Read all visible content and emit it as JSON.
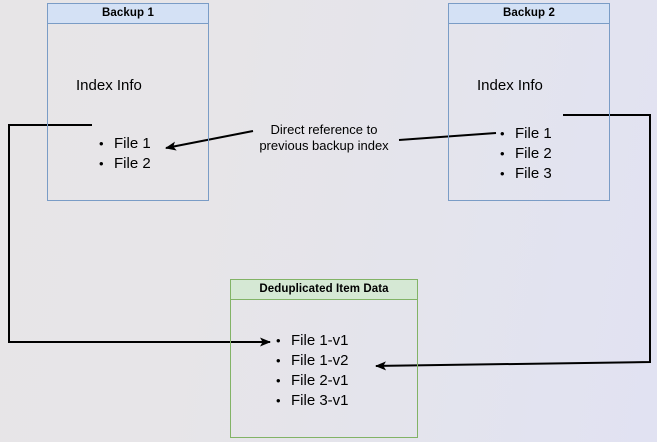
{
  "diagram": {
    "title_hidden": "",
    "colors": {
      "blue_border": "#7a9cc6",
      "blue_header_fill": "#d4e1f5",
      "green_border": "#82b366",
      "green_header_fill": "#d5e8d4",
      "arrow_stroke": "#000000",
      "background_left": "#e7e5e7",
      "background_right": "#e1e2f2"
    },
    "boxes": [
      {
        "id": "backup1",
        "header": "Backup 1",
        "subtitle": "Index Info",
        "items": [
          "File 1",
          "File 2"
        ]
      },
      {
        "id": "backup2",
        "header": "Backup 2",
        "subtitle": "Index Info",
        "items": [
          "File 1",
          "File 2",
          "File 3"
        ]
      },
      {
        "id": "dedup",
        "header": "Deduplicated Item Data",
        "subtitle": "",
        "items": [
          "File 1-v1",
          "File 1-v2",
          "File 2-v1",
          "File 3-v1"
        ]
      }
    ],
    "annotations": {
      "direct_reference": "Direct reference to\nprevious backup index"
    }
  }
}
